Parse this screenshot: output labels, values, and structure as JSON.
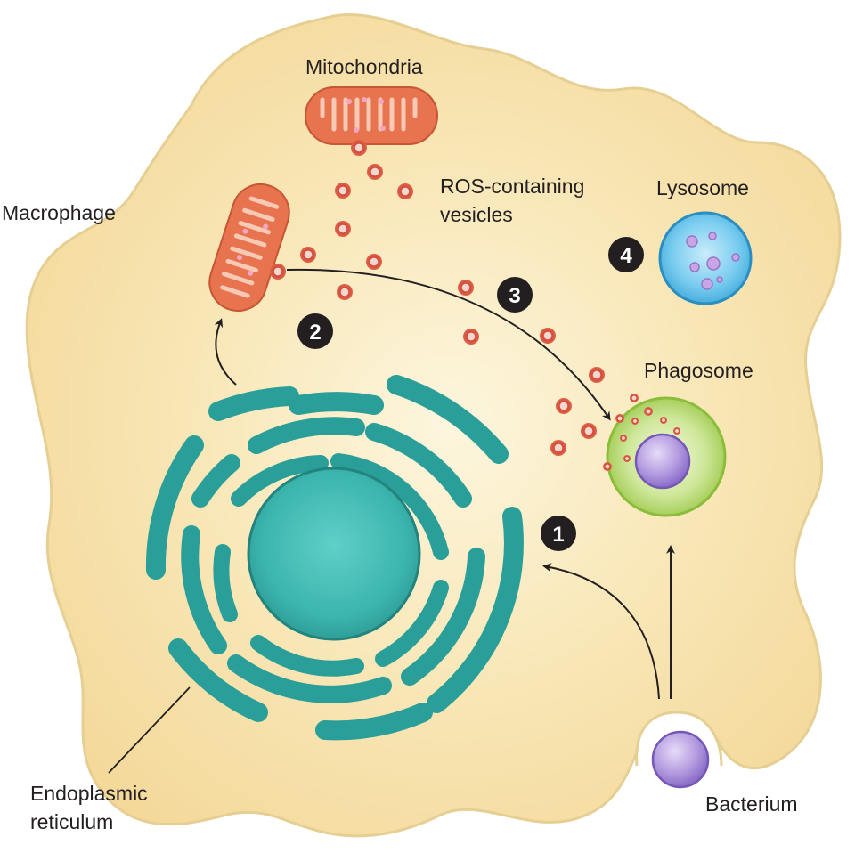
{
  "labels": {
    "macrophage": "Macrophage",
    "mitochondria": "Mitochondria",
    "ros_line1": "ROS-containing",
    "ros_line2": "vesicles",
    "lysosome": "Lysosome",
    "phagosome": "Phagosome",
    "er_line1": "Endoplasmic",
    "er_line2": "reticulum",
    "bacterium": "Bacterium"
  },
  "steps": [
    "1",
    "2",
    "3",
    "4"
  ],
  "colors": {
    "cytoplasm": "#f6dfa4",
    "cytoplasm_center": "#fdf5dc",
    "cell_outline": "#e3cc8e",
    "er": "#2a9e98",
    "er_dark": "#17716c",
    "nucleus": "#37b3ad",
    "mitochondria": "#e8744f",
    "vesicle": "#d5533f",
    "lysosome": "#56b9e6",
    "phagosome": "#a8d15e",
    "bacterium": "#a88ad8",
    "badge": "#231f20"
  }
}
